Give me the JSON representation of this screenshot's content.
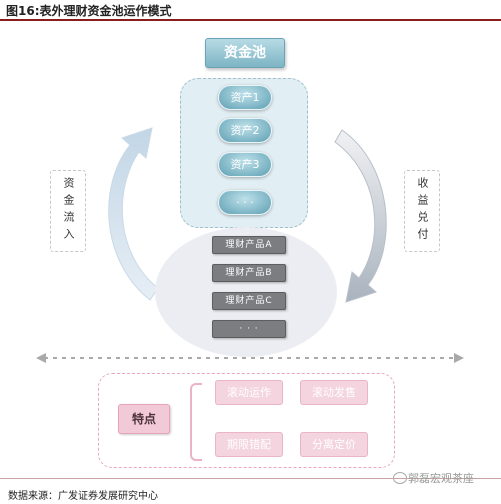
{
  "figure_title": "图16:表外理财资金池运作模式",
  "pool": {
    "header": "资金池",
    "assets": [
      "资产1",
      "资产2",
      "资产3",
      "· · ·"
    ]
  },
  "products": [
    "理财产品A",
    "理财产品B",
    "理财产品C",
    "· · ·"
  ],
  "flows": {
    "inflow": "资金流入",
    "outflow": "收益兑付"
  },
  "features": {
    "key": "特点",
    "items": [
      "滚动运作",
      "滚动发售",
      "期限错配",
      "分离定价"
    ]
  },
  "colors": {
    "pool_blue": "#7db4c4",
    "product_gray": "#7b7d80",
    "feature_pink": "#f4d4df",
    "title_rule": "#8a1d1d"
  },
  "source_note": "数据来源：广发证券发展研究中心",
  "watermark": "郭磊宏观茶座"
}
